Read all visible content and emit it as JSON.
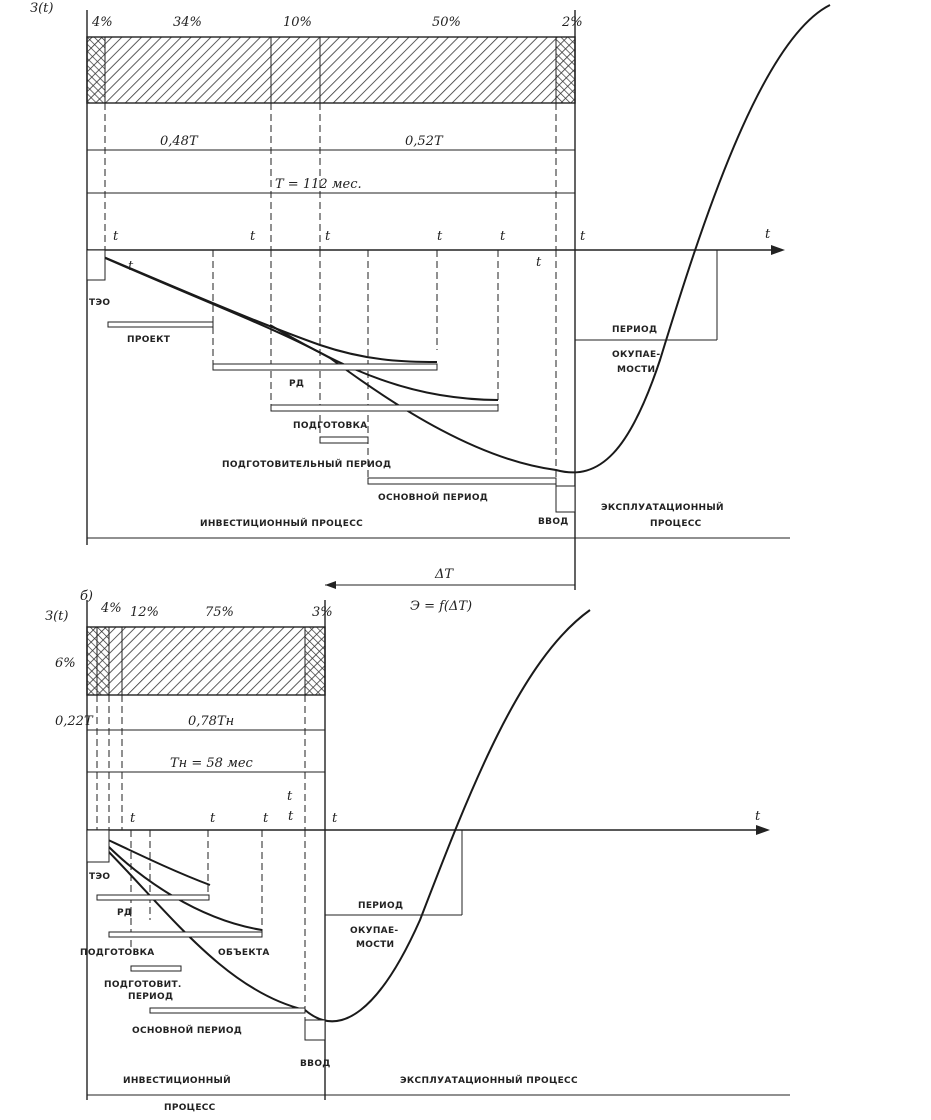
{
  "top": {
    "y_axis_label": "З(t)",
    "time_axis_label": "t",
    "percents": [
      "4%",
      "34%",
      "10%",
      "50%",
      "2%"
    ],
    "period_left": "0,48T",
    "period_right": "0,52T",
    "total_period": "T = 112 мес.",
    "events": {
      "t_teo": "t",
      "t_pr": "t",
      "t_rd": "t",
      "t_st": "t",
      "t_pp": "t",
      "t_po": "t",
      "t_vv": "t",
      "t_ek": "t"
    },
    "labels": {
      "teo": "ТЭО",
      "project": "ПРОЕКТ",
      "rd": "РД",
      "preparation": "ПОДГОТОВКА",
      "prep_period": "ПОДГОТОВИТЕЛЬНЫЙ ПЕРИОД",
      "main_period": "ОСНОВНОЙ ПЕРИОД",
      "commissioning": "ВВОД",
      "payback_1": "ПЕРИОД",
      "payback_2": "ОКУПАЕ-",
      "payback_3": "МОСТИ",
      "investment": "ИНВЕСТИЦИОННЫЙ ПРОЦЕСС",
      "operation_1": "ЭКСПЛУАТАЦИОННЫЙ",
      "operation_2": "ПРОЦЕСС"
    }
  },
  "middle": {
    "delta_t": "ΔT",
    "function": "Э = f(ΔT)"
  },
  "bottom": {
    "panel_letter": "б)",
    "y_axis_label": "З(t)",
    "time_axis_label": "t",
    "percents": [
      "4%",
      "12%",
      "75%",
      "3%"
    ],
    "left_percent": "6%",
    "period_left": "0,22T",
    "period_right": "0,78Tн",
    "total_period": "Tн = 58 мес",
    "events": {
      "t_st": "t",
      "t_pp": "t",
      "t_po": "t",
      "t_top": "t",
      "t_ek": "t",
      "t_vv": "t"
    },
    "labels": {
      "teo": "ТЭО",
      "rd": "РД",
      "preparation": "ПОДГОТОВКА",
      "object": "ОБЪЕКТА",
      "prep_1": "ПОДГОТОВИТ.",
      "prep_2": "ПЕРИОД",
      "main_period": "ОСНОВНОЙ ПЕРИОД",
      "commissioning": "ВВОД",
      "payback_1": "ПЕРИОД",
      "payback_2": "ОКУПАЕ-",
      "payback_3": "МОСТИ",
      "investment_1": "ИНВЕСТИЦИОННЫЙ",
      "investment_2": "ПРОЦЕСС",
      "operation": "ЭКСПЛУАТАЦИОННЫЙ ПРОЦЕСС"
    }
  }
}
